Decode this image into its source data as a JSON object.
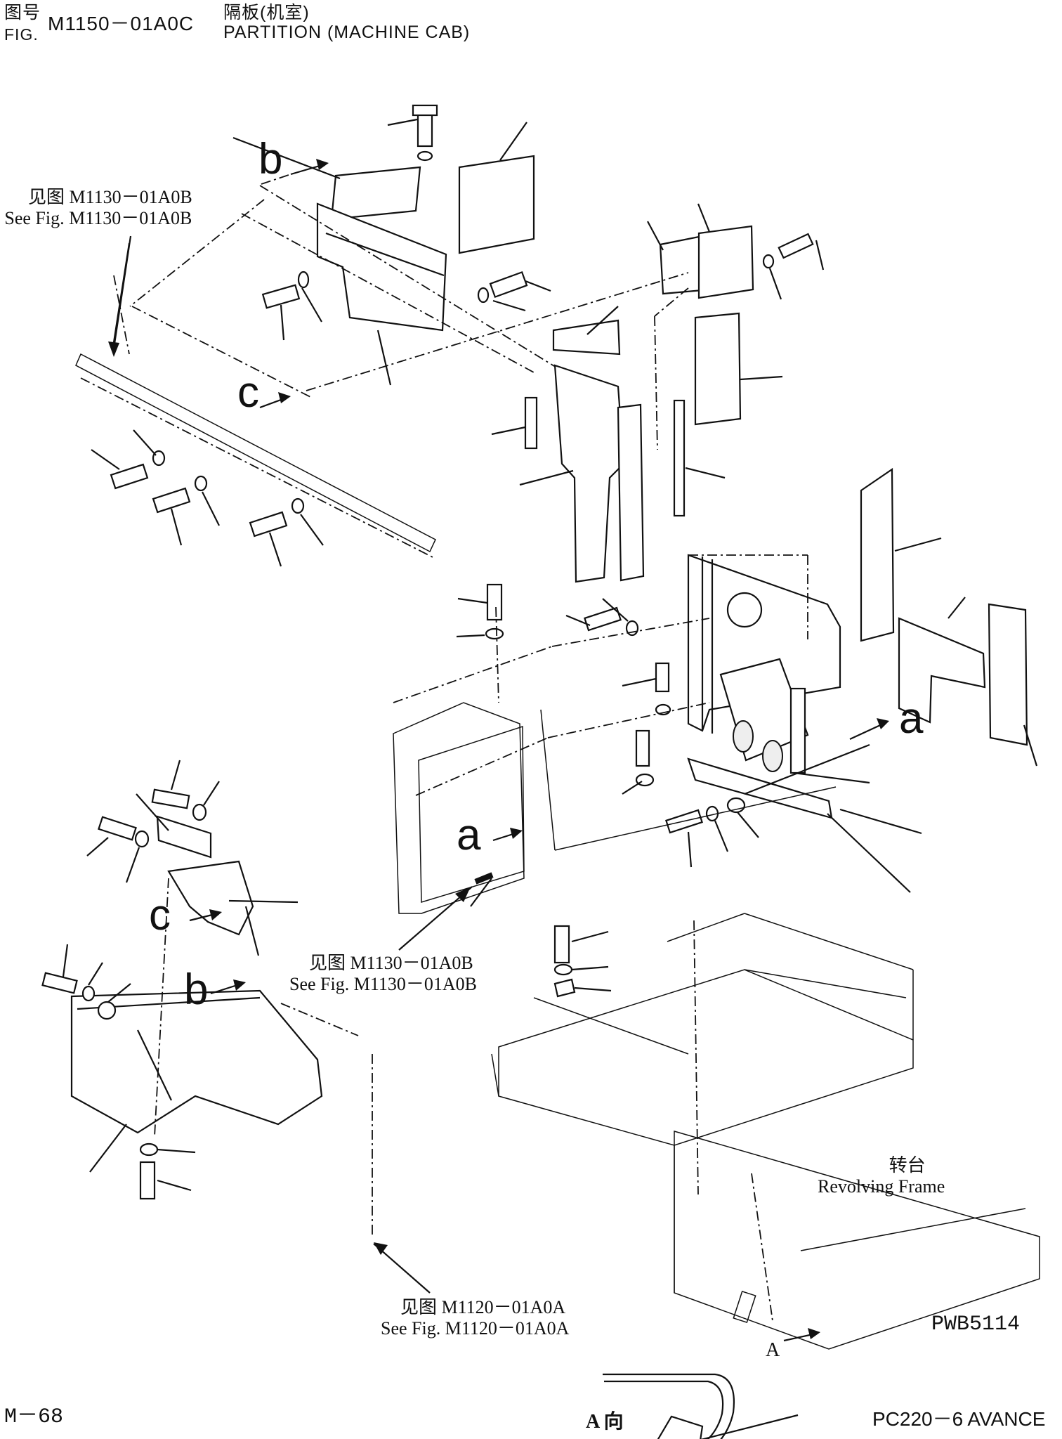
{
  "header": {
    "fig_cn": "图号",
    "fig_en": "FIG.",
    "fig_number": "M1150－01A0C",
    "title_cn": "隔板(机室)",
    "title_en": "PARTITION (MACHINE CAB)"
  },
  "callout_letters": {
    "b_top": "b",
    "c_mid": "c",
    "a_right": "a",
    "a_center": "a",
    "c_left": "c",
    "b_left": "b"
  },
  "references": [
    {
      "cn": "见图 M1130－01A0B",
      "en": "See Fig. M1130－01A0B"
    },
    {
      "cn": "见图 M1130－01A0B",
      "en": "See Fig. M1130－01A0B"
    },
    {
      "cn": "见图 M1120－01A0A",
      "en": "See Fig. M1120－01A0A"
    }
  ],
  "revolving_frame": {
    "cn": "转台",
    "en": "Revolving Frame"
  },
  "view_a": {
    "arrow_label": "A",
    "caption": "A 向"
  },
  "drawing_code": "PWB5114",
  "footer": {
    "page": "M－68",
    "model": "PC220－6 AVANCE"
  }
}
